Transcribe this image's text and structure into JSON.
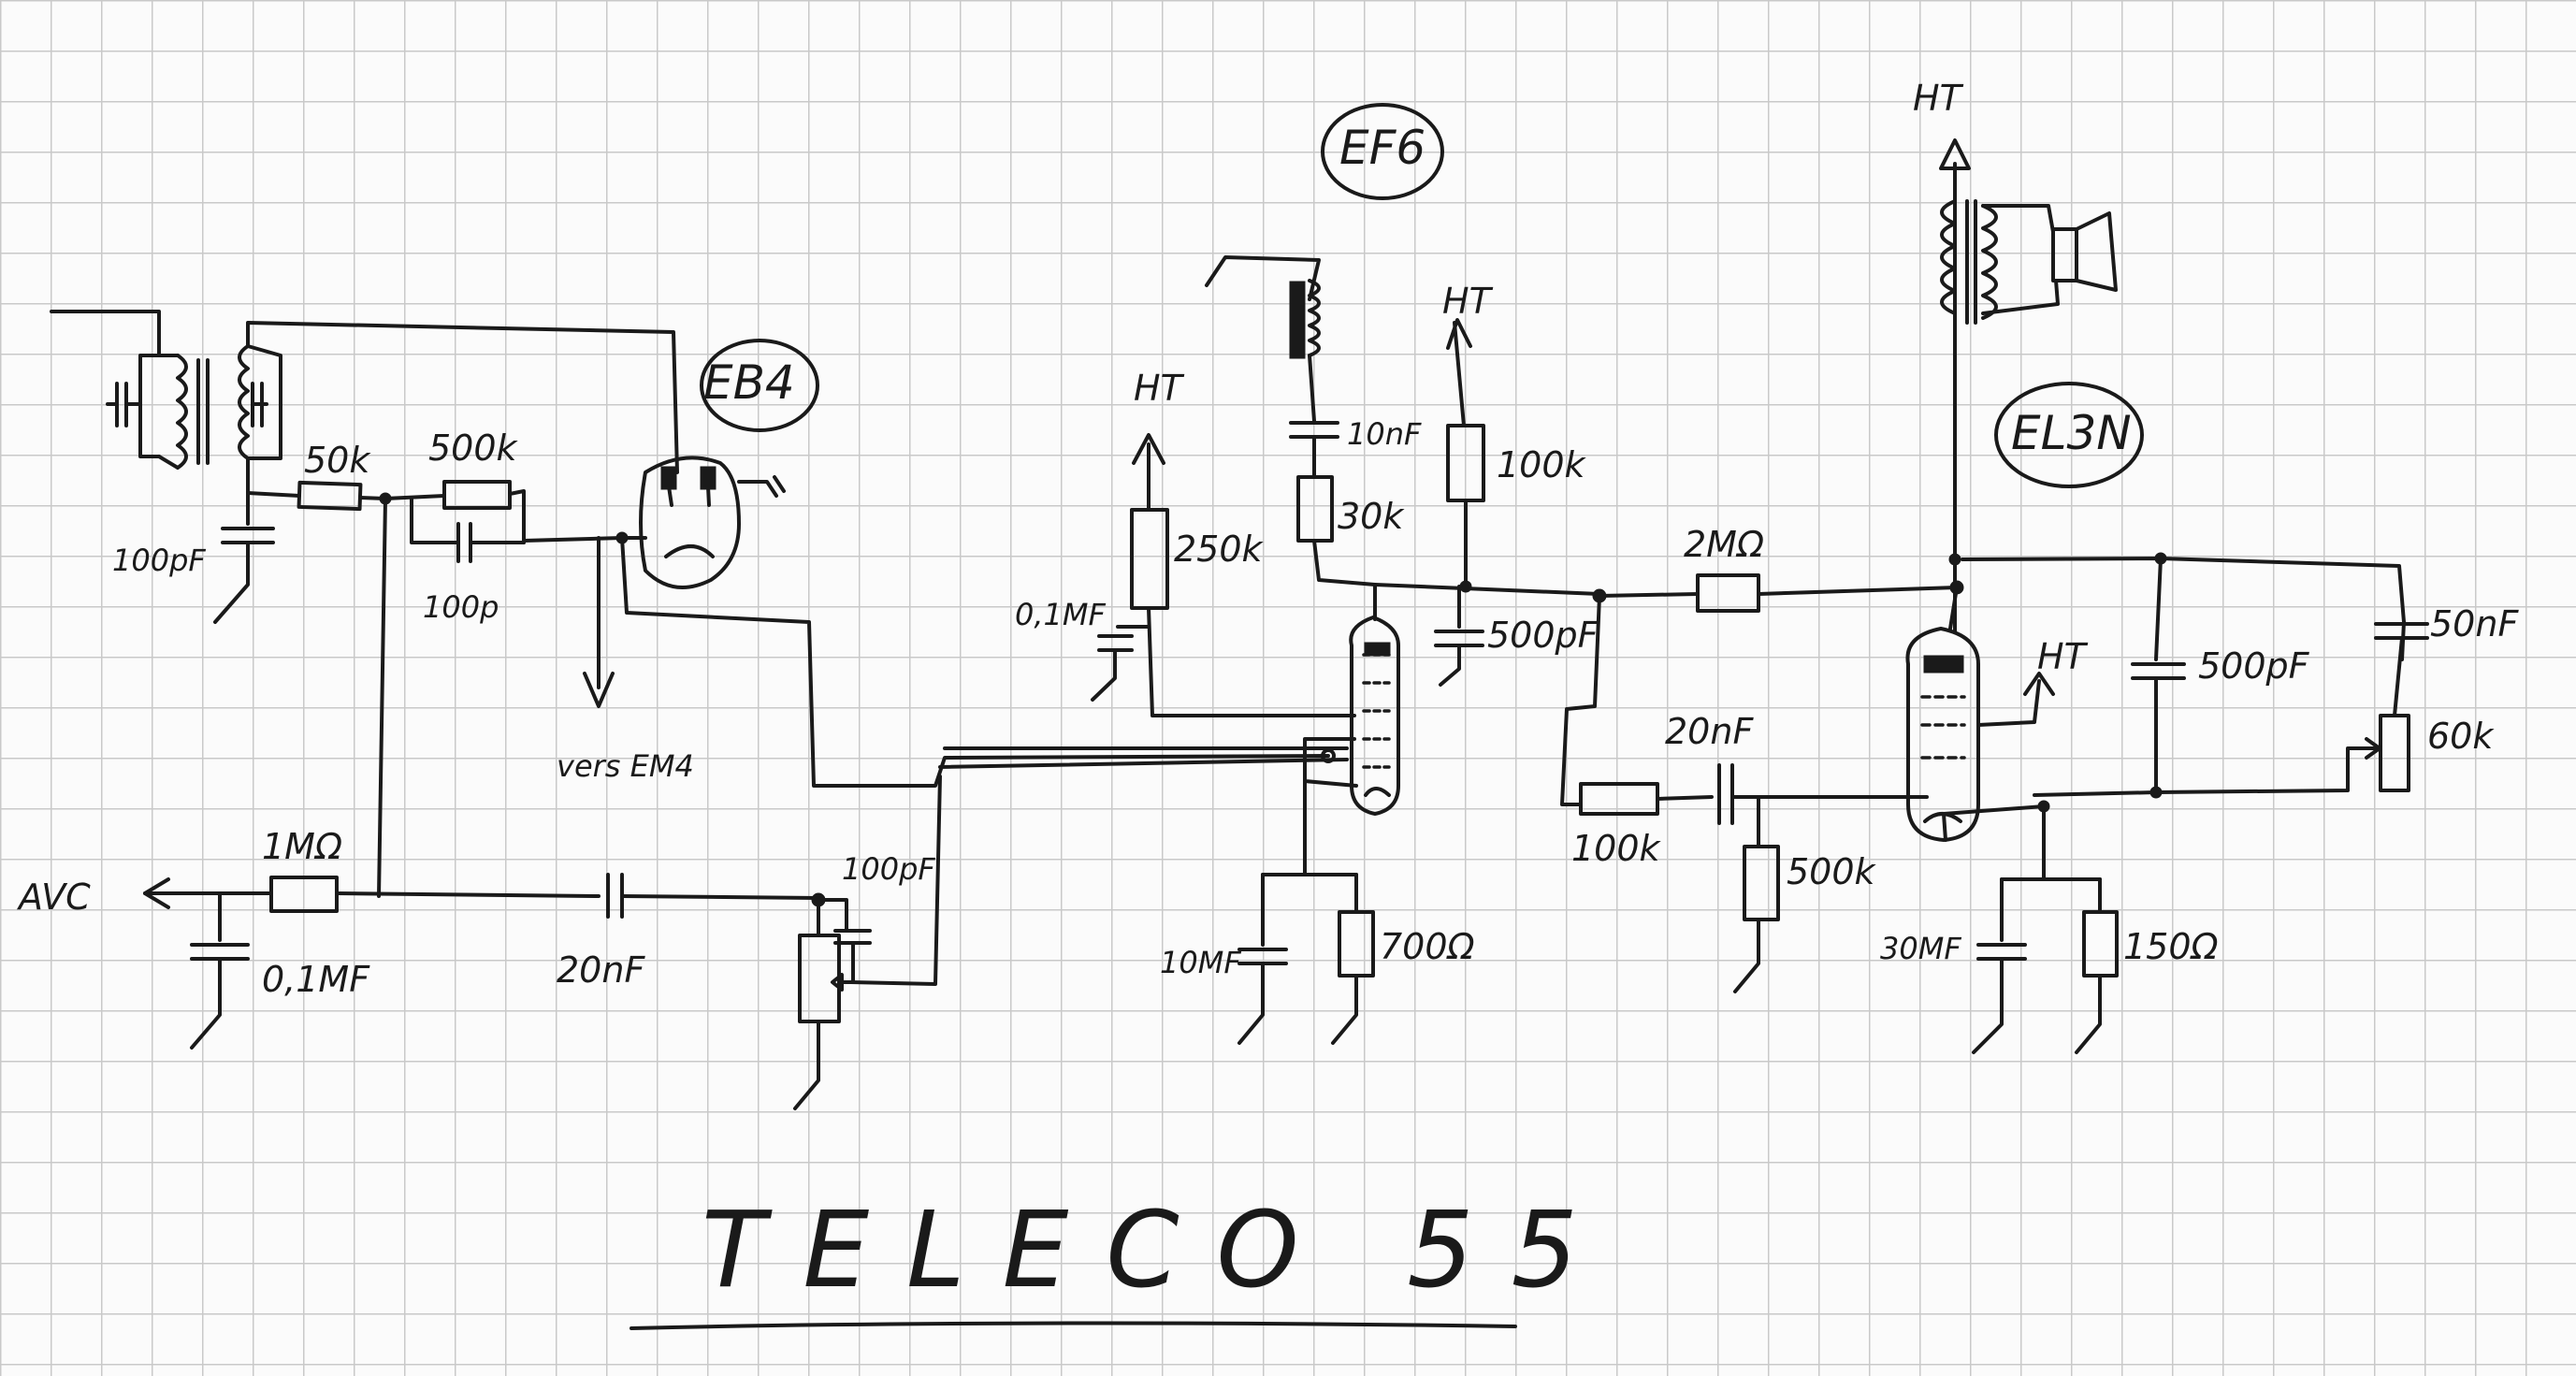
{
  "title": "TELECO 55",
  "tubes": {
    "eb4": "EB4",
    "ef6": "EF6",
    "el3n": "EL3N"
  },
  "labels": {
    "r_50k": "50k",
    "r_500k": "500k",
    "c_100pf_left": "100pF",
    "c_100p": "100p",
    "vers_em4": "vers EM4",
    "r_1m": "1MΩ",
    "avc": "AVC",
    "c_01mf_avc": "0,1MF",
    "c_20nf_coupling": "20nF",
    "c_100pf_pot": "100pF",
    "ht_ef6_g2": "HT",
    "r_250k": "250k",
    "c_01mf_g2": "0,1MF",
    "c_10nf": "10nF",
    "r_30k": "30k",
    "ht_ef6_plate": "HT",
    "r_100k_plate": "100k",
    "c_500pf_ef6": "500pF",
    "c_10mf": "10MF",
    "r_700": "700Ω",
    "r_2m": "2MΩ",
    "c_20nf_el3n": "20nF",
    "r_100k_fb": "100k",
    "r_500k_grid": "500k",
    "ht_el3n_g2": "HT",
    "ht_top": "HT",
    "c_500pf_el3n": "500pF",
    "c_50nf": "50nF",
    "r_60k": "60k",
    "c_30mf": "30MF",
    "r_150": "150Ω"
  }
}
